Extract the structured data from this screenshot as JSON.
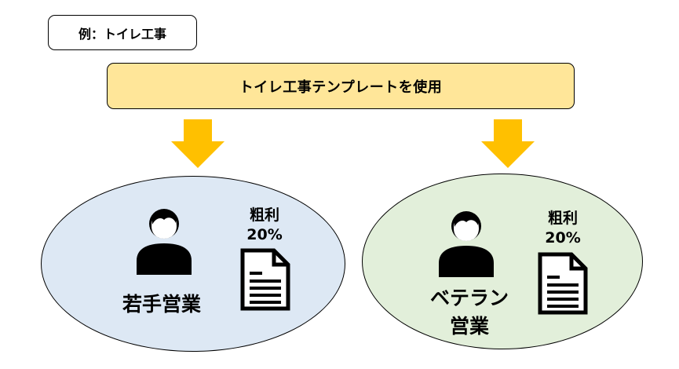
{
  "example_label": "例：トイレ工事",
  "template_banner": "トイレ工事テンプレートを使用",
  "colors": {
    "banner_fill": "#ffe699",
    "arrow": "#ffc000",
    "left_group_fill": "#dde8f4",
    "right_group_fill": "#e2efda"
  },
  "groups": [
    {
      "role_lines": [
        "若手営業"
      ],
      "margin_label": "粗利",
      "margin_value": "20%",
      "icons": [
        "person-icon",
        "document-icon"
      ]
    },
    {
      "role_lines": [
        "ベテラン",
        "営業"
      ],
      "margin_label": "粗利",
      "margin_value": "20%",
      "icons": [
        "person-icon",
        "document-icon"
      ]
    }
  ]
}
